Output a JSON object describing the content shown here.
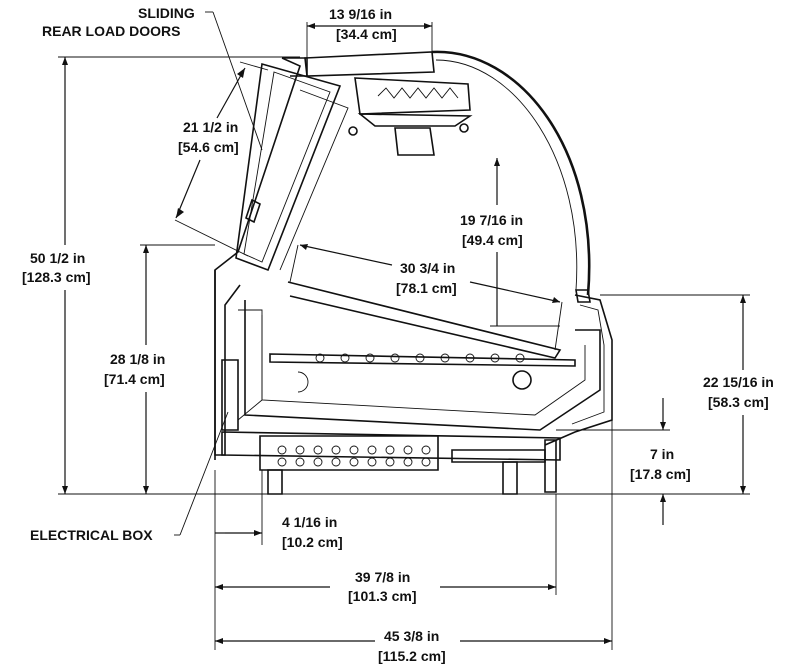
{
  "labels": {
    "sliding_line1": "SLIDING",
    "sliding_line2": "REAR LOAD DOORS",
    "electrical_box": "ELECTRICAL BOX"
  },
  "dimensions": {
    "top_width": {
      "imperial": "13 9/16 in",
      "metric": "[34.4 cm]"
    },
    "door_length": {
      "imperial": "21 1/2 in",
      "metric": "[54.6 cm]"
    },
    "overall_height": {
      "imperial": "50 1/2 in",
      "metric": "[128.3 cm]"
    },
    "inner_height": {
      "imperial": "19 7/16 in",
      "metric": "[49.4 cm]"
    },
    "shelf_depth": {
      "imperial": "30 3/4 in",
      "metric": "[78.1 cm]"
    },
    "rear_height": {
      "imperial": "28 1/8 in",
      "metric": "[71.4 cm]"
    },
    "front_height": {
      "imperial": "22 15/16 in",
      "metric": "[58.3 cm]"
    },
    "base_height": {
      "imperial": "7 in",
      "metric": "[17.8 cm]"
    },
    "box_offset": {
      "imperial": "4 1/16 in",
      "metric": "[10.2 cm]"
    },
    "base_width": {
      "imperial": "39 7/8 in",
      "metric": "[101.3 cm]"
    },
    "overall_width": {
      "imperial": "45 3/8 in",
      "metric": "[115.2 cm]"
    }
  }
}
